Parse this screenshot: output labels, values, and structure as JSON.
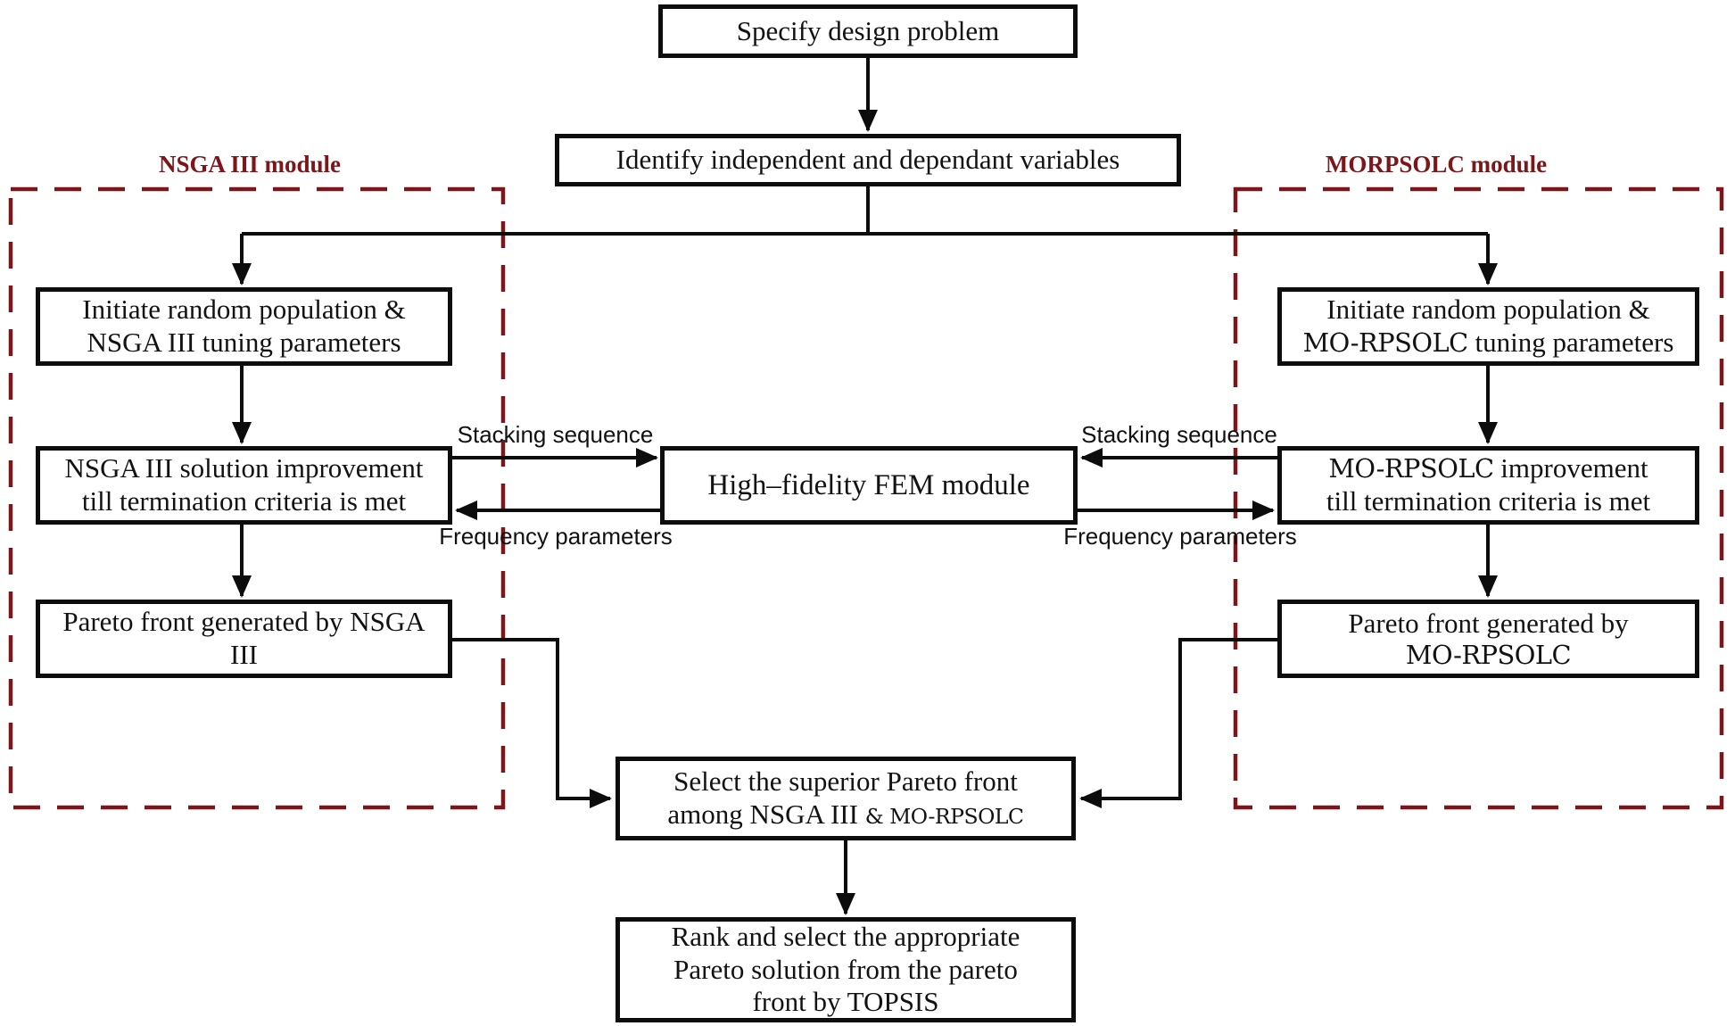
{
  "diagram": {
    "module_left_title": "NSGA III module",
    "module_right_title": "MORPSOLC module",
    "specify": "Specify design problem",
    "identify": "Identify independent and dependant variables",
    "init_left_1": "Initiate random population &",
    "init_left_2": "NSGA III tuning parameters",
    "improve_left_1": "NSGA III solution improvement",
    "improve_left_2": "till termination criteria is met",
    "pareto_left_1": "Pareto front generated by NSGA",
    "pareto_left_2": "III",
    "fem": "High–fidelity FEM module",
    "init_right_1": "Initiate random population &",
    "init_right_2a": "MO-RPSOLC",
    "init_right_2b": " tuning parameters",
    "improve_right_1a": "MO-RPSOLC",
    "improve_right_1b": " improvement",
    "improve_right_2": "till termination criteria is met",
    "pareto_right_1": "Pareto front generated by",
    "pareto_right_2": "MO-RPSOLC",
    "select_1": "Select the superior Pareto front",
    "select_2a": "among NSGA III ",
    "select_2b": "& MO-RPSOLC",
    "rank_1": "Rank and select the appropriate",
    "rank_2": "Pareto solution from the pareto",
    "rank_3": "front by TOPSIS",
    "label_stacking": "Stacking sequence",
    "label_frequency": "Frequency parameters"
  },
  "colors": {
    "module_accent": "#7b161a",
    "line": "#0c0c0c",
    "box_border": "#0d0d0d",
    "background": "#ffffff"
  }
}
